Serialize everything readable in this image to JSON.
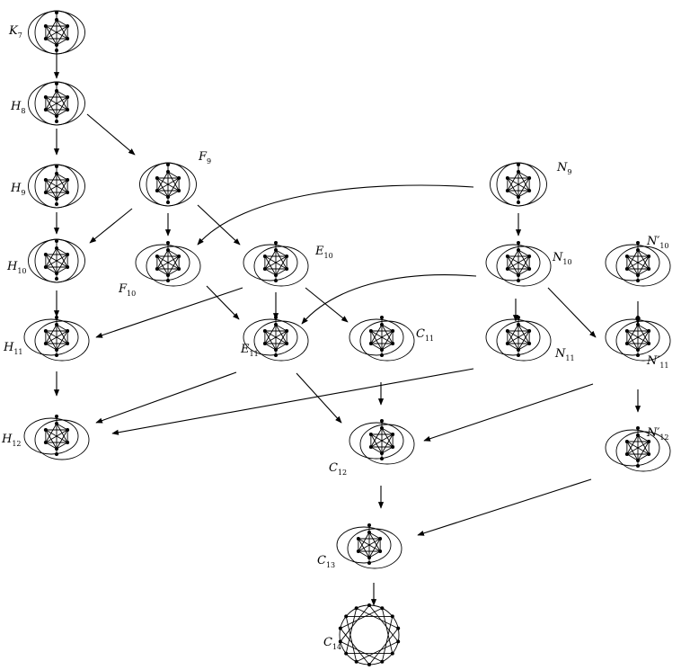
{
  "nodes": [
    {
      "id": "K7",
      "base": "K",
      "sub": "7",
      "prime": false
    },
    {
      "id": "H8",
      "base": "H",
      "sub": "8",
      "prime": false
    },
    {
      "id": "H9",
      "base": "H",
      "sub": "9",
      "prime": false
    },
    {
      "id": "F9",
      "base": "F",
      "sub": "9",
      "prime": false
    },
    {
      "id": "N9",
      "base": "N",
      "sub": "9",
      "prime": false
    },
    {
      "id": "H10",
      "base": "H",
      "sub": "10",
      "prime": false
    },
    {
      "id": "F10",
      "base": "F",
      "sub": "10",
      "prime": false
    },
    {
      "id": "E10",
      "base": "E",
      "sub": "10",
      "prime": false
    },
    {
      "id": "N10",
      "base": "N",
      "sub": "10",
      "prime": false
    },
    {
      "id": "N10p",
      "base": "N",
      "sub": "10",
      "prime": true
    },
    {
      "id": "H11",
      "base": "H",
      "sub": "11",
      "prime": false
    },
    {
      "id": "E11",
      "base": "E",
      "sub": "11",
      "prime": false
    },
    {
      "id": "C11",
      "base": "C",
      "sub": "11",
      "prime": false
    },
    {
      "id": "N11",
      "base": "N",
      "sub": "11",
      "prime": false
    },
    {
      "id": "N11p",
      "base": "N",
      "sub": "11",
      "prime": true
    },
    {
      "id": "H12",
      "base": "H",
      "sub": "12",
      "prime": false
    },
    {
      "id": "C12",
      "base": "C",
      "sub": "12",
      "prime": false
    },
    {
      "id": "N12p",
      "base": "N",
      "sub": "12",
      "prime": true
    },
    {
      "id": "C13",
      "base": "C",
      "sub": "13",
      "prime": false
    },
    {
      "id": "C14",
      "base": "C",
      "sub": "14",
      "prime": false
    }
  ],
  "edges": [
    [
      "K7",
      "H8"
    ],
    [
      "H8",
      "H9"
    ],
    [
      "H8",
      "F9"
    ],
    [
      "H9",
      "H10"
    ],
    [
      "F9",
      "H10"
    ],
    [
      "F9",
      "F10"
    ],
    [
      "F9",
      "E10"
    ],
    [
      "N9",
      "F10"
    ],
    [
      "N9",
      "N10"
    ],
    [
      "H10",
      "H11"
    ],
    [
      "E10",
      "H11"
    ],
    [
      "E10",
      "E11"
    ],
    [
      "E10",
      "C11"
    ],
    [
      "N10",
      "E11"
    ],
    [
      "N10",
      "N11"
    ],
    [
      "N10",
      "N11p"
    ],
    [
      "N10p",
      "N11p"
    ],
    [
      "F10",
      "E11"
    ],
    [
      "H11",
      "H12"
    ],
    [
      "E11",
      "H12"
    ],
    [
      "N11",
      "H12"
    ],
    [
      "E11",
      "C12"
    ],
    [
      "C11",
      "C12"
    ],
    [
      "N11p",
      "C12"
    ],
    [
      "N11p",
      "N12p"
    ],
    [
      "C12",
      "C13"
    ],
    [
      "N12p",
      "C13"
    ],
    [
      "C13",
      "C14"
    ]
  ]
}
